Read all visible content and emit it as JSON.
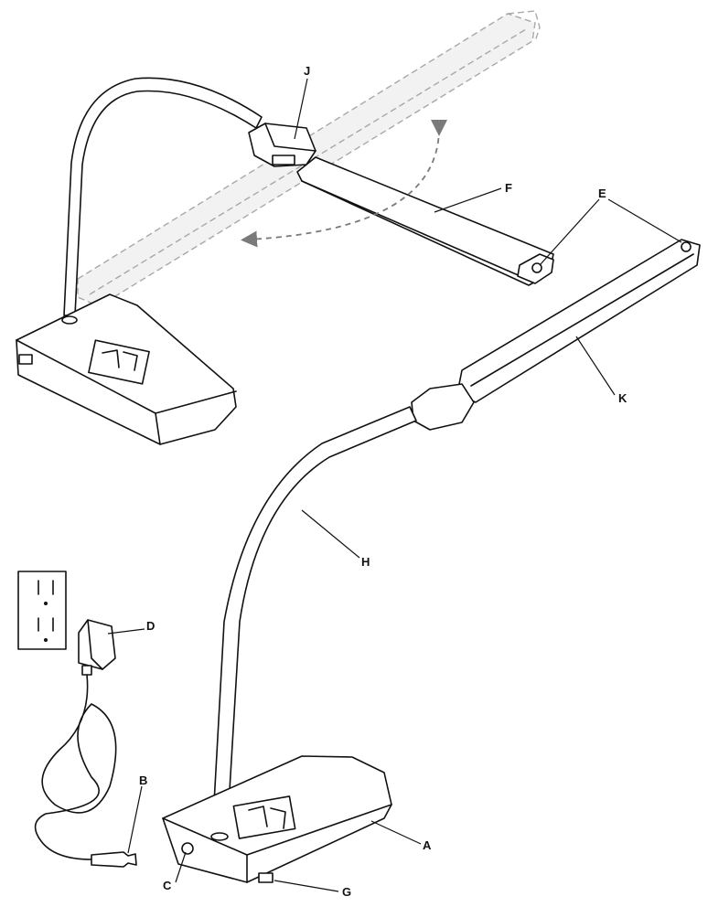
{
  "callouts": {
    "A": "A",
    "B": "B",
    "C": "C",
    "D": "D",
    "E": "E",
    "F": "F",
    "G": "G",
    "H": "H",
    "J": "J",
    "K": "K"
  },
  "colors": {
    "ink": "#111111",
    "ghost": "#a8a8a8",
    "swing_arrow": "#7a7a7a"
  }
}
